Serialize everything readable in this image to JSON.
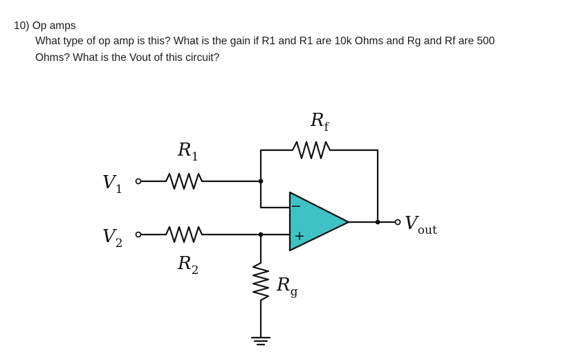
{
  "question": {
    "title": "10) Op amps",
    "line1": "What type of op amp is this? What is the gain if R1 and R1 are 10k Ohms and Rg and Rf are 500",
    "line2": "Ohms? What is the Vout of this circuit?"
  },
  "circuit": {
    "labels": {
      "v1": {
        "main": "V",
        "sub": "1"
      },
      "v2": {
        "main": "V",
        "sub": "2"
      },
      "r1": {
        "main": "R",
        "sub": "1"
      },
      "r2": {
        "main": "R",
        "sub": "2"
      },
      "rf": {
        "main": "R",
        "sub": "f"
      },
      "rg": {
        "main": "R",
        "sub": "g"
      },
      "vout": {
        "main": "V",
        "sub": "out"
      }
    },
    "opamp": {
      "inverting_sign": "−",
      "noninverting_sign": "+"
    }
  }
}
